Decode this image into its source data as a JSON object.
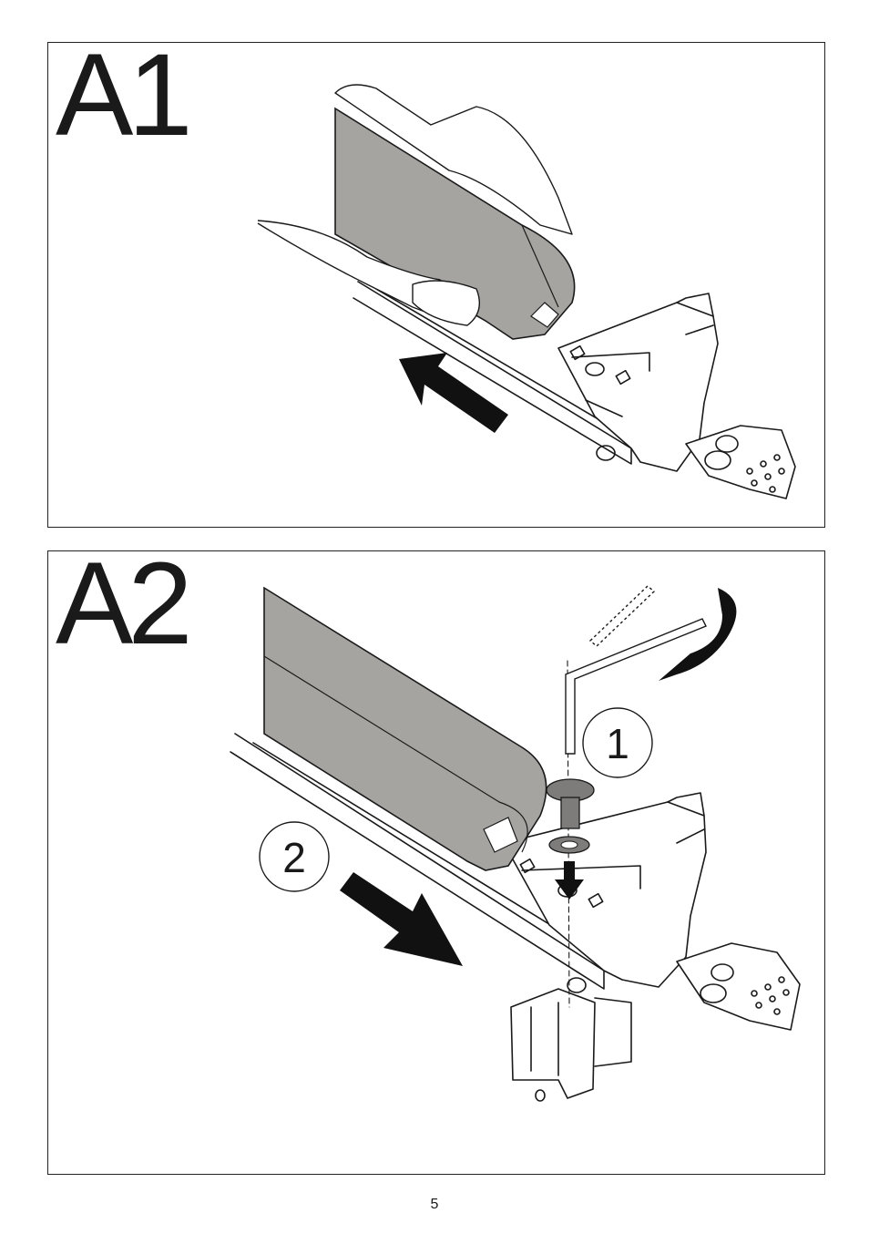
{
  "steps": [
    {
      "label": "A1"
    },
    {
      "label": "A2"
    }
  ],
  "a2_callouts": {
    "first": "1",
    "second": "2"
  },
  "page_number": "5",
  "colors": {
    "profile_fill": "#a6a4a1",
    "line": "#1a1a1a",
    "arrow": "#111111"
  },
  "icons": [
    "hand-icon",
    "push-arrow-icon",
    "allen-key-icon",
    "rotate-arrow-icon",
    "screw-icon",
    "washer-icon",
    "down-arrow-icon"
  ]
}
